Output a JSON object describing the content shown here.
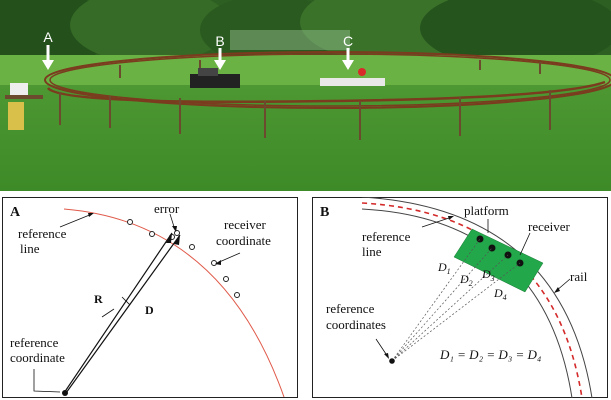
{
  "photo": {
    "markers": [
      "A",
      "B",
      "C"
    ]
  },
  "panelA": {
    "letter": "A",
    "reference_line": [
      "reference",
      "line"
    ],
    "error": "error",
    "receiver_coordinate": [
      "receiver",
      "coordinate"
    ],
    "R": "R",
    "D": "D",
    "reference_coordinate": [
      "reference",
      "coordinate"
    ],
    "colors": {
      "arc": "#e05a4a",
      "vector": "#111111"
    }
  },
  "panelB": {
    "letter": "B",
    "platform": "platform",
    "receiver": "receiver",
    "reference_line": [
      "reference",
      "line"
    ],
    "rail": "rail",
    "reference_coordinates": [
      "reference",
      "coordinates"
    ],
    "D1": "D",
    "D2": "D",
    "D3": "D",
    "D4": "D",
    "sub1": "1",
    "sub2": "2",
    "sub3": "3",
    "sub4": "4",
    "equation": "D₁ = D₂ = D₃ = D₄",
    "colors": {
      "platform": "#22a84a",
      "reference_line": "#d42a2a",
      "rail": "#444444"
    }
  }
}
